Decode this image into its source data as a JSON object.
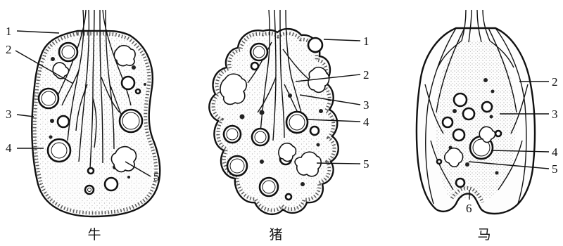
{
  "figure": {
    "panels": [
      {
        "id": "cow",
        "caption": "牛",
        "labels_left": [
          "1",
          "2",
          "3",
          "4"
        ],
        "labels_right": [
          "5"
        ]
      },
      {
        "id": "pig",
        "caption": "猪",
        "labels_right": [
          "1",
          "2",
          "3",
          "4",
          "5"
        ]
      },
      {
        "id": "horse",
        "caption": "马",
        "labels_right": [
          "2",
          "3",
          "4",
          "5"
        ],
        "labels_bottom": [
          "6"
        ]
      }
    ]
  }
}
